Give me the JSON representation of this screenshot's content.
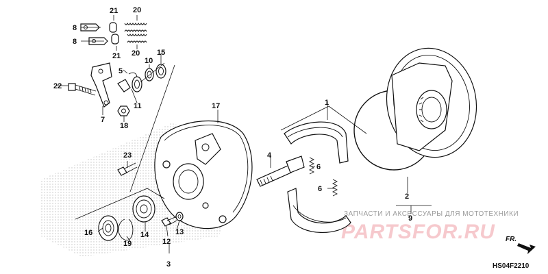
{
  "callouts": {
    "c1": "1",
    "c2": "2",
    "c3": "3",
    "c4": "4",
    "c5": "5",
    "c6a": "6",
    "c6b": "6",
    "c7": "7",
    "c8a": "8",
    "c8b": "8",
    "c9": "9",
    "c10": "10",
    "c11": "11",
    "c12": "12",
    "c13": "13",
    "c14": "14",
    "c15": "15",
    "c16": "16",
    "c17": "17",
    "c18": "18",
    "c19": "19",
    "c20a": "20",
    "c20b": "20",
    "c21a": "21",
    "c21b": "21",
    "c22": "22",
    "c23": "23"
  },
  "watermark": {
    "tagline": "ЗАПЧАСТИ И АКСЕССУАРЫ ДЛЯ МОТОТЕХНИКИ",
    "logo": "PARTSFOR.RU"
  },
  "direction_label": "FR.",
  "diagram_code": "HS04F2210"
}
